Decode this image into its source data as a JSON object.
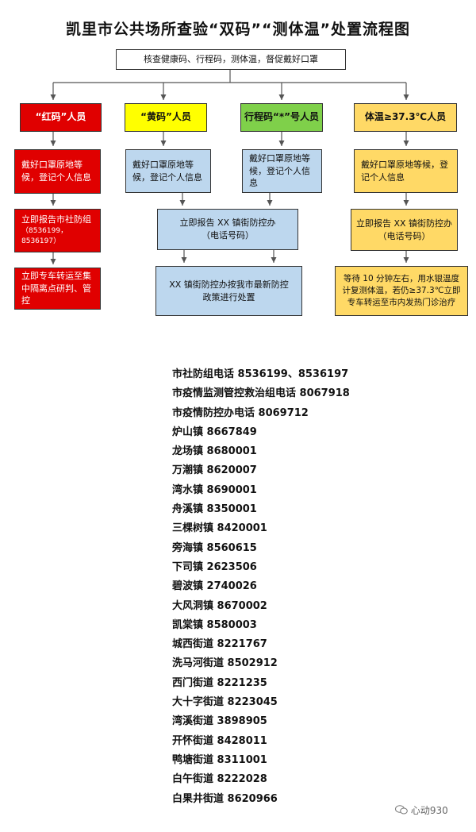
{
  "title": "凯里市公共场所查验“双码”“测体温”处置流程图",
  "top_box": "核查健康码、行程码，测体温，督促戴好口罩",
  "columns": [
    {
      "header": "“红码”人员",
      "step1": "戴好口罩原地等候，登记个人信息",
      "step2": "立即报告市社防组",
      "step2_sub": "（8536199，8536197）",
      "step3": "立即专车转运至集中隔离点研判、管控"
    },
    {
      "header": "“黄码”人员",
      "step1": "戴好口罩原地等候，登记个人信息"
    },
    {
      "header": "行程码“*”号人员",
      "step1": "戴好口罩原地等候，登记个人信息"
    },
    {
      "header": "体温≥37.3℃人员",
      "step1": "戴好口罩原地等候，登记个人信息",
      "step2": "立即报告 XX 镇街防控办",
      "step2_sub": "（电话号码）",
      "step3": "等待 10 分钟左右，用水银温度计复测体温，若仍≥37.3℃立即专车转运至市内发热门诊治疗"
    }
  ],
  "merged_report": "立即报告 XX 镇街防控办",
  "merged_report_sub": "（电话号码）",
  "merged_handle": "XX 镇街防控办按我市最新防控政策进行处置",
  "contacts": [
    "市社防组电话 8536199、8536197",
    "市疫情监测管控救治组电话 8067918",
    "市疫情防控办电话 8069712",
    "炉山镇 8667849",
    "龙场镇 8680001",
    "万潮镇 8620007",
    "湾水镇 8690001",
    "舟溪镇 8350001",
    "三棵树镇 8420001",
    "旁海镇 8560615",
    "下司镇 2623506",
    "碧波镇 2740026",
    "大风洞镇 8670002",
    "凯棠镇 8580003",
    "城西街道 8221767",
    "洗马河街道 8502912",
    "西门街道 8221235",
    "大十字街道 8223045",
    "湾溪街道 3898905",
    "开怀街道 8428011",
    "鸭塘街道 8311001",
    "白午街道 8222028",
    "白果井街道 8620966"
  ],
  "watermark": "心动930",
  "colors": {
    "red": "#e00000",
    "yellow": "#ffff00",
    "green": "#7fd04a",
    "orange": "#ffd966",
    "blue": "#bdd7ee"
  }
}
